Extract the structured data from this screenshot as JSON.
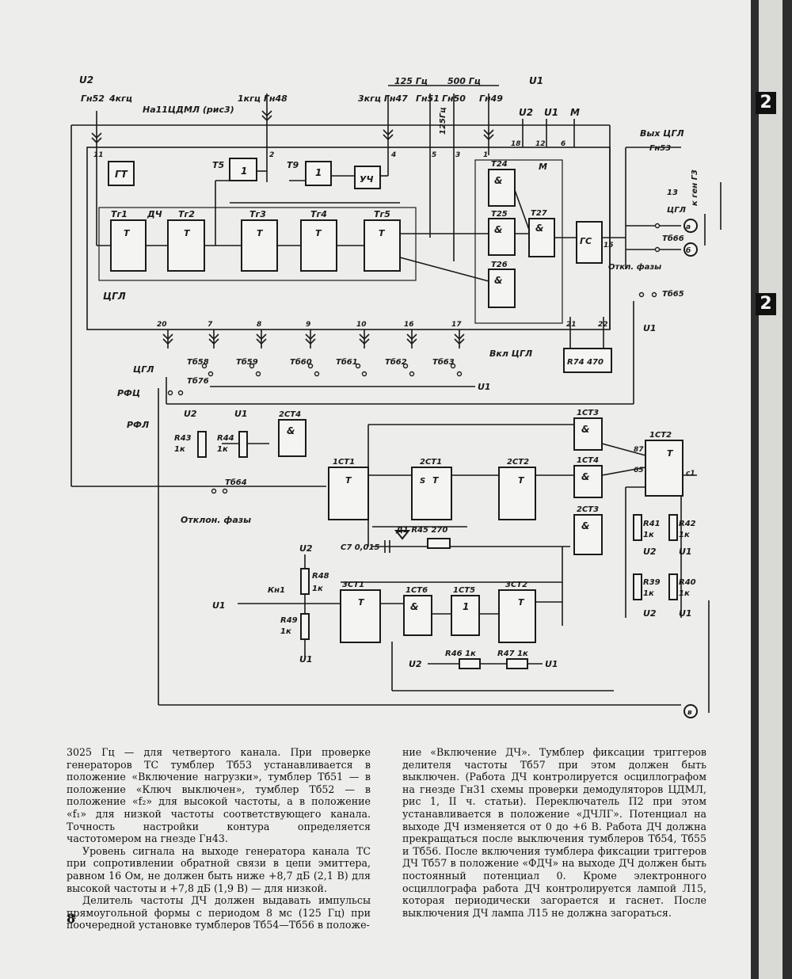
{
  "side_tabs": [
    "2",
    "2"
  ],
  "page_number": "8",
  "schematic": {
    "top_labels": {
      "u2": "U2",
      "u1": "U1",
      "gn52": "Гн52",
      "khz4": "4кгц",
      "gn48": "1кгц Гн48",
      "cdml": "На11ЦДМЛ (рис3)",
      "gn47": "3кгц Гн47",
      "hz125": "125 Гц",
      "hz500": "500 Гц",
      "gn51": "Гн51",
      "gn50": "Гн50",
      "gn49": "Гн49",
      "hz125v": "125Гц",
      "m": "М",
      "out_cgl": "Вых ЦГЛ",
      "gn53": "Гн53",
      "gen_g3": "к ген Г3",
      "n13": "13",
      "cgl_small": "ЦГЛ"
    },
    "pins": [
      "11",
      "2",
      "4",
      "5",
      "3",
      "1",
      "18",
      "12",
      "6",
      "20",
      "7",
      "8",
      "9",
      "10",
      "16",
      "17",
      "21",
      "22",
      "15"
    ],
    "blocks": {
      "gt": "ГТ",
      "t": "Т",
      "one": "1",
      "uch": "УЧ",
      "and": "&",
      "gs": "ГС",
      "dch": "ДЧ",
      "cgl": "ЦГЛ",
      "t5": "Т5",
      "t9": "Т9",
      "tg1": "Тг1",
      "tg2": "Тг2",
      "tg3": "Тг3",
      "tg4": "Тг4",
      "tg5": "Тг5",
      "t24": "Т24",
      "t25": "Т25",
      "t26": "Т26",
      "t27": "Т27",
      "s": "S",
      "st1_1": "1СТ1",
      "st1_2": "2СТ1",
      "st2_2": "2СТ2",
      "st3_1": "1СТ3",
      "st4_1": "1СТ4",
      "st3_2": "2СТ3",
      "st2_1": "1СТ2",
      "st4_2": "2СТ4",
      "st1_3": "3СТ1",
      "st2_3": "3СТ2",
      "st6_1": "1СТ6",
      "st5_1": "1СТ5"
    },
    "switches": {
      "tb58": "Тб58",
      "tb59": "Тб59",
      "tb60": "Тб60",
      "tb61": "Тб61",
      "tb62": "Тб62",
      "tb63": "Тб63",
      "tb76": "Тб76",
      "tb64": "Тб64",
      "tb65": "Тб65",
      "tb66": "Тб66",
      "kn1": "Кн1",
      "vkl_cgl": "Вкл ЦГЛ",
      "otkl_faz": "Откл. фазы"
    },
    "components": {
      "r74": "R74 470",
      "r43": "R43",
      "r44": "R44",
      "r48": "R48",
      "r49": "R49",
      "r41": "R41",
      "r42": "R42",
      "r39": "R39",
      "r40": "R40",
      "k1": "1к",
      "d1r45": "Д1 R45 270",
      "c7": "С7 0,015",
      "r46": "R46 1к",
      "r47": "R47 1к"
    },
    "misc": {
      "cgl_arrow": "ЦГЛ",
      "rfc": "РФЦ",
      "rfl": "РФЛ",
      "otklon": "Отклон. фазы",
      "n87": "87",
      "n65": "65",
      "c1": "с1",
      "circle_a": "а",
      "circle_b": "б",
      "circle_v": "в",
      "u1": "U1",
      "u2": "U2"
    }
  },
  "text": {
    "left_col": [
      "3025 Гц — для четвертого канала. При проверке генераторов ТС тумблер Тб53 устанавливается в положение «Включение нагрузки», тумблер Тб51 — в положение «Ключ выключен», тумблер Тб52 — в положение «f₂» для высокой частоты, а в положение «f₁» для низкой частоты соответствующего канала. Точность настройки контура определяется частотомером на гнезде Гн43.",
      "Уровень сигнала на выходе генератора канала ТС при сопротивлении обратной связи в цепи эмиттера, равном 16 Ом, не должен быть ниже +8,7 дБ (2,1 В) для высокой частоты и +7,8 дБ (1,9 В) — для низкой.",
      "Делитель частоты ДЧ должен выдавать импульсы прямоугольной формы с периодом 8 мс (125 Гц) при поочередной установке тумблеров Тб54—Тб56 в положе-"
    ],
    "right_col": [
      "ние «Включение ДЧ». Тумблер фиксации триггеров делителя частоты Тб57 при этом должен быть выключен. (Работа ДЧ контролируется осциллографом на гнезде Гн31 схемы проверки демодуляторов ЦДМЛ, рис 1, II ч. статьи). Переключатель П2 при этом устанавливается в положение «ДЧЛГ». Потенциал на выходе ДЧ изменяется от 0 до +6 В. Работа ДЧ должна прекращаться после выключения тумблеров Тб54, Тб55 и Тб56. После включения тумблера фиксации триггеров ДЧ Тб57 в положение «ФДЧ» на выходе ДЧ должен быть постоянный потенциал 0. Кроме электронного осциллографа работа ДЧ контролируется лампой Л15, которая периодически загорается и гаснет. После выключения ДЧ лампа Л15 не должна загораться."
    ]
  }
}
